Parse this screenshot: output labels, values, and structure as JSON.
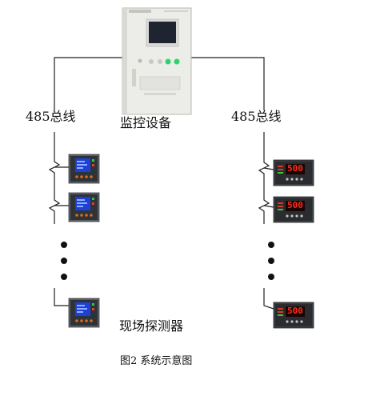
{
  "labels": {
    "bus_left": "485总线",
    "bus_right": "485总线",
    "monitor_device": "监控设备",
    "field_detector": "现场探测器"
  },
  "caption": "图2  系统示意图",
  "meter_display_value": "500",
  "colors": {
    "line": "#222222",
    "cabinet": "#eeeeea",
    "screen": "#1e2530",
    "lamp_green": "#2dd46b",
    "meter_screen_blue": "#1f3fd6",
    "led_red": "#ff2a1a"
  }
}
